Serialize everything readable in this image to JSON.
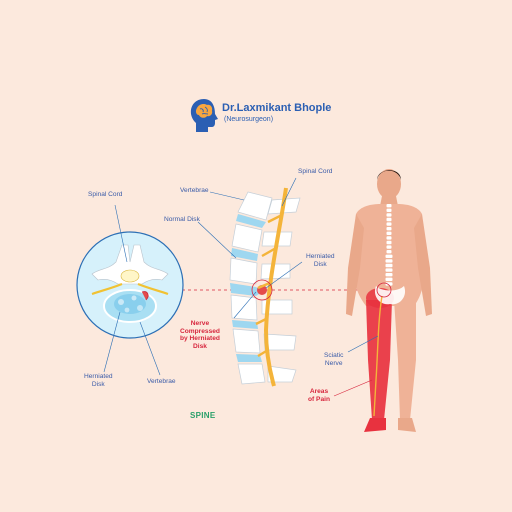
{
  "brand": {
    "name": "Dr.Laxmikant Bhople",
    "subtitle": "(Neurosurgeon)",
    "colors": {
      "primary": "#2b5fb3",
      "background": "#fce9dd",
      "pain": "#e8323f",
      "accent": "#2aa06a"
    }
  },
  "icons": [
    "brain-head-logo-icon"
  ],
  "cross_section": {
    "spinal_cord_label": "Spinal Cord",
    "herniated_disk_label": "Herniated\nDisk",
    "vertebrae_label": "Vertebrae"
  },
  "spine_column": {
    "vertebrae_label": "Vertebrae",
    "normal_disk_label": "Normal Disk",
    "spinal_cord_label": "Spinal Cord",
    "herniated_disk_label": "Herniated\nDisk",
    "nerve_compressed_label": "Nerve\nCompressed\nby Herniated\nDisk",
    "caption": "SPINE"
  },
  "body_figure": {
    "sciatic_nerve_label": "Sciatic\nNerve",
    "areas_of_pain_label": "Areas\nof Pain"
  }
}
